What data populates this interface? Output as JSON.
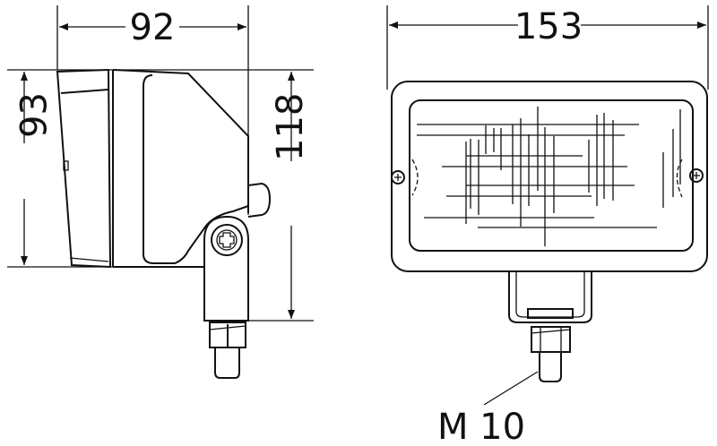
{
  "dimensions": {
    "side_depth": "92",
    "side_lens_height": "93",
    "side_total_height": "118",
    "front_width": "153",
    "thread": "M 10"
  },
  "colors": {
    "line": "#111111",
    "background": "#ffffff"
  }
}
